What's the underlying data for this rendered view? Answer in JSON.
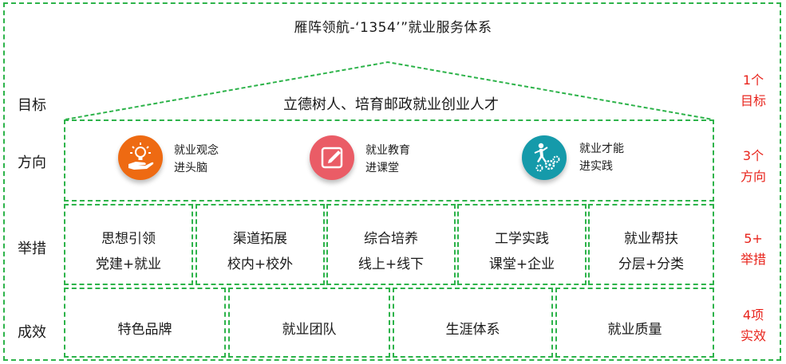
{
  "title": "雁阵领航-‘1354’”就业服务体系",
  "rows": {
    "goal": {
      "label": "目标",
      "right": [
        "1个",
        "目标"
      ],
      "text": "立德树人、培育邮政就业创业人才"
    },
    "direction": {
      "label": "方向",
      "right": [
        "3个",
        "方向"
      ],
      "items": [
        {
          "line1": "就业观念",
          "line2": "进头脑",
          "icon": "lightbulb-hand-icon",
          "color": "#ee6a12"
        },
        {
          "line1": "就业教育",
          "line2": "进课堂",
          "icon": "edit-note-icon",
          "color": "#ea5c66"
        },
        {
          "line1": "就业才能",
          "line2": "进实践",
          "icon": "person-gears-icon",
          "color": "#159aaa"
        }
      ]
    },
    "measures": {
      "label": "举措",
      "right": [
        "5+",
        "举措"
      ],
      "items": [
        {
          "line1": "思想引领",
          "line2": "党建+就业"
        },
        {
          "line1": "渠道拓展",
          "line2": "校内+校外"
        },
        {
          "line1": "综合培养",
          "line2": "线上+线下"
        },
        {
          "line1": "工学实践",
          "line2": "课堂+企业"
        },
        {
          "line1": "就业帮扶",
          "line2": "分层+分类"
        }
      ]
    },
    "results": {
      "label": "成效",
      "right": [
        "4项",
        "实效"
      ],
      "items": [
        "特色品牌",
        "就业团队",
        "生涯体系",
        "就业质量"
      ]
    }
  },
  "colors": {
    "dash": "#2db34a",
    "accent": "#e8241c"
  }
}
